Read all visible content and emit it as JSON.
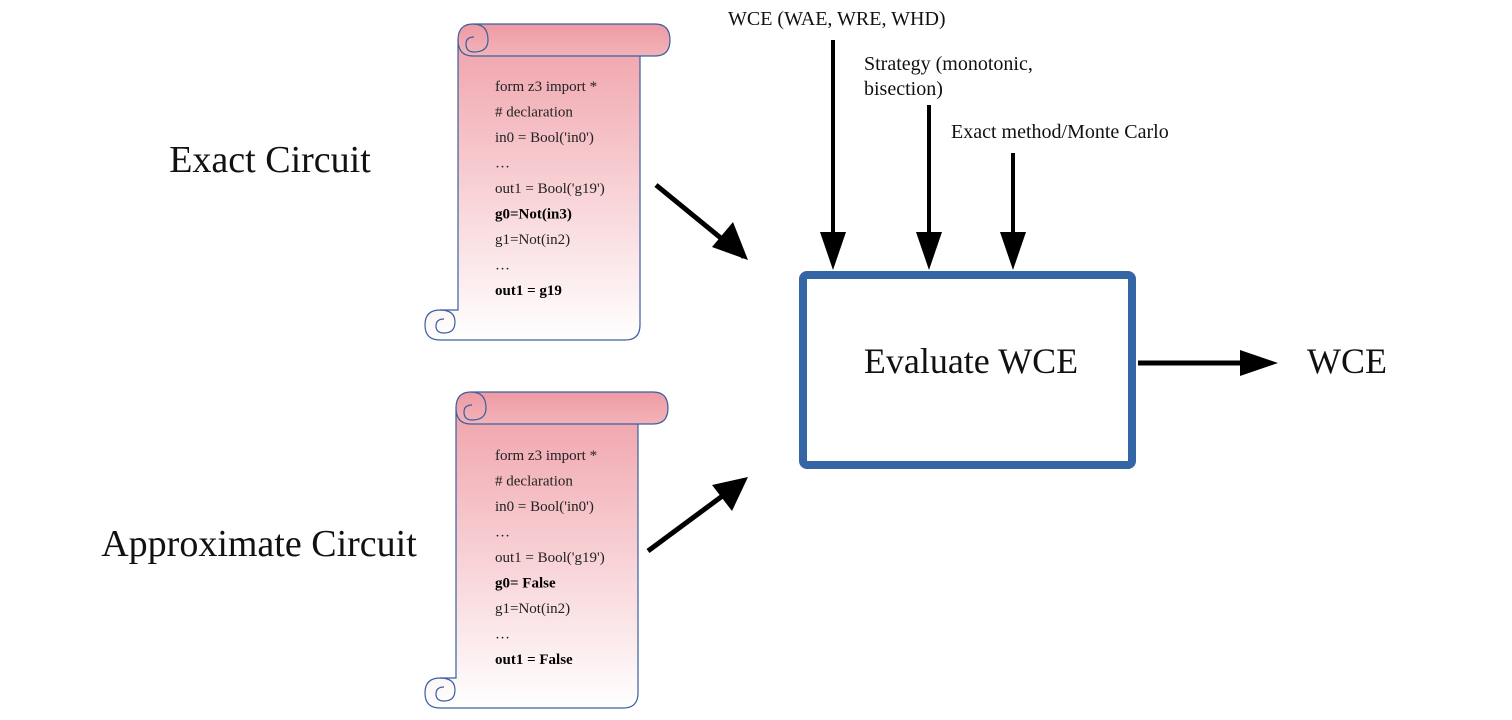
{
  "labels": {
    "exact_circuit": "Exact Circuit",
    "approximate_circuit": "Approximate Circuit",
    "evaluate_box": "Evaluate WCE",
    "output": "WCE"
  },
  "inputs": {
    "metric": "WCE (WAE, WRE, WHD)",
    "strategy_line1": "Strategy (monotonic,",
    "strategy_line2": "bisection)",
    "method": "Exact method/Monte Carlo"
  },
  "exact_code": [
    {
      "text": "form z3 import *",
      "bold": false
    },
    {
      "text": "# declaration",
      "bold": false
    },
    {
      "text": "in0 = Bool('in0')",
      "bold": false
    },
    {
      "text": "…",
      "bold": false
    },
    {
      "text": "out1 = Bool('g19')",
      "bold": false
    },
    {
      "text": "g0=Not(in3)",
      "bold": true
    },
    {
      "text": "g1=Not(in2)",
      "bold": false
    },
    {
      "text": "…",
      "bold": false
    },
    {
      "text": "out1 = g19",
      "bold": true
    }
  ],
  "approx_code": [
    {
      "text": "form z3 import *",
      "bold": false
    },
    {
      "text": "# declaration",
      "bold": false
    },
    {
      "text": "in0 = Bool('in0')",
      "bold": false
    },
    {
      "text": "…",
      "bold": false
    },
    {
      "text": "out1 = Bool('g19')",
      "bold": false
    },
    {
      "text": "g0= False",
      "bold": true
    },
    {
      "text": "g1=Not(in2)",
      "bold": false
    },
    {
      "text": "…",
      "bold": false
    },
    {
      "text": "out1 = False",
      "bold": true
    }
  ],
  "colors": {
    "scroll_top": "#f0a4ac",
    "scroll_bottom": "#ffffff",
    "scroll_stroke": "#3a5f9e",
    "box_stroke": "#3465a4",
    "arrow": "#000000"
  }
}
